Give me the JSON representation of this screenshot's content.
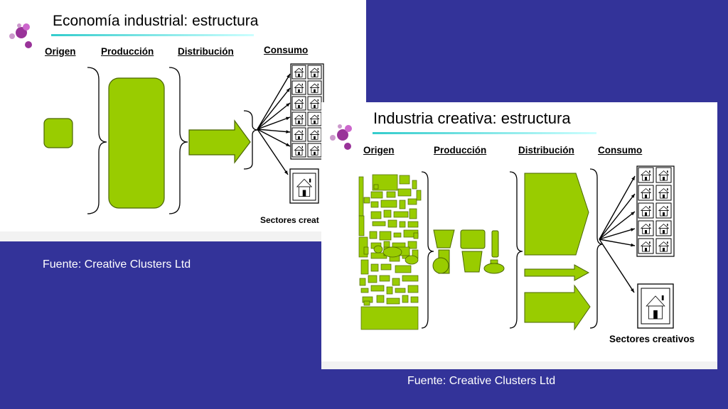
{
  "colors": {
    "background": "#333399",
    "shape_fill": "#99cc00",
    "shape_stroke": "#4a6600",
    "logo_purple": "#993399",
    "underline": "#33cccc"
  },
  "industrial": {
    "title": "Economía industrial:  estructura",
    "columns": [
      "Origen",
      "Producción",
      "Distribución",
      "Consumo"
    ],
    "sectors_label": "Sectores creat",
    "source": "Fuente: Creative Clusters Ltd"
  },
  "creative": {
    "title": "Industria creativa:  estructura",
    "columns": [
      "Origen",
      "Producción",
      "Distribución",
      "Consumo"
    ],
    "sectors_label": "Sectores creativos",
    "source": "Fuente: Creative Clusters Ltd"
  }
}
